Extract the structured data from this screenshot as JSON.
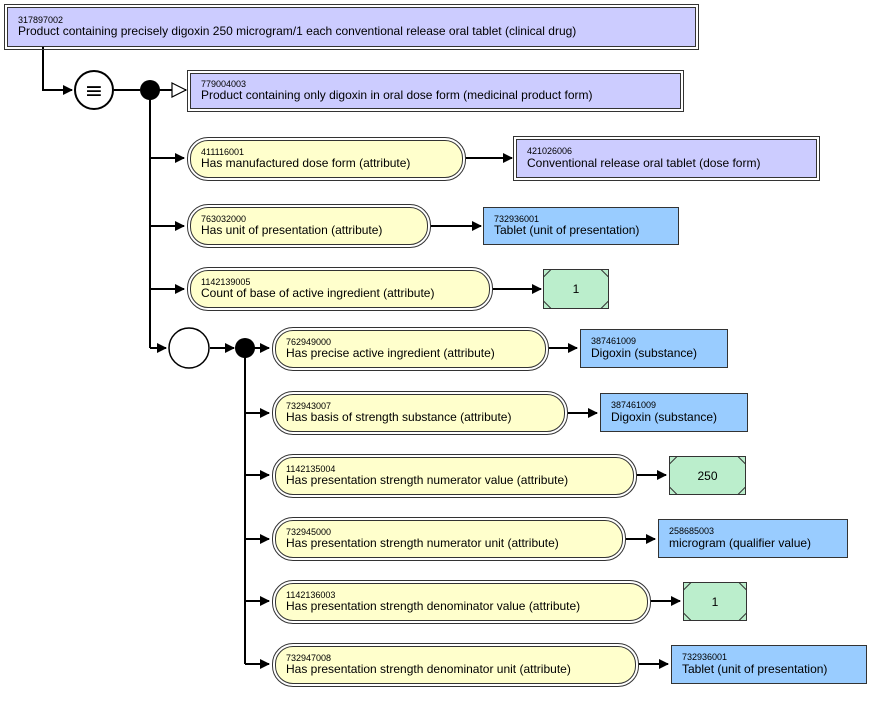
{
  "focus": {
    "sctid": "317897002",
    "label": "Product containing precisely digoxin 250 microgram/1 each conventional release oral tablet (clinical drug)"
  },
  "equivalence_symbol": "≡",
  "parent": {
    "sctid": "779004003",
    "label": "Product containing only digoxin in oral dose form (medicinal product form)"
  },
  "ungrouped": [
    {
      "attr_id": "411116001",
      "attr_label": "Has manufactured dose form (attribute)",
      "value_id": "421026006",
      "value_label": "Conventional release oral tablet (dose form)"
    },
    {
      "attr_id": "763032000",
      "attr_label": "Has unit of presentation (attribute)",
      "value_id": "732936001",
      "value_label": "Tablet (unit of presentation)"
    },
    {
      "attr_id": "1142139005",
      "attr_label": "Count of base of active ingredient (attribute)",
      "value": "1"
    }
  ],
  "group": [
    {
      "attr_id": "762949000",
      "attr_label": "Has precise active ingredient (attribute)",
      "value_id": "387461009",
      "value_label": "Digoxin (substance)"
    },
    {
      "attr_id": "732943007",
      "attr_label": "Has basis of strength substance (attribute)",
      "value_id": "387461009",
      "value_label": "Digoxin (substance)"
    },
    {
      "attr_id": "1142135004",
      "attr_label": "Has presentation strength numerator value (attribute)",
      "value": "250"
    },
    {
      "attr_id": "732945000",
      "attr_label": "Has presentation strength numerator unit (attribute)",
      "value_id": "258685003",
      "value_label": "microgram (qualifier value)"
    },
    {
      "attr_id": "1142136003",
      "attr_label": "Has presentation strength denominator value (attribute)",
      "value": "1"
    },
    {
      "attr_id": "732947008",
      "attr_label": "Has presentation strength denominator unit (attribute)",
      "value_id": "732936001",
      "value_label": "Tablet (unit of presentation)"
    }
  ],
  "colors": {
    "defined": "#ccccff",
    "primitive": "#99ccff",
    "attribute": "#ffffcc",
    "concrete": "#bbeecc"
  }
}
